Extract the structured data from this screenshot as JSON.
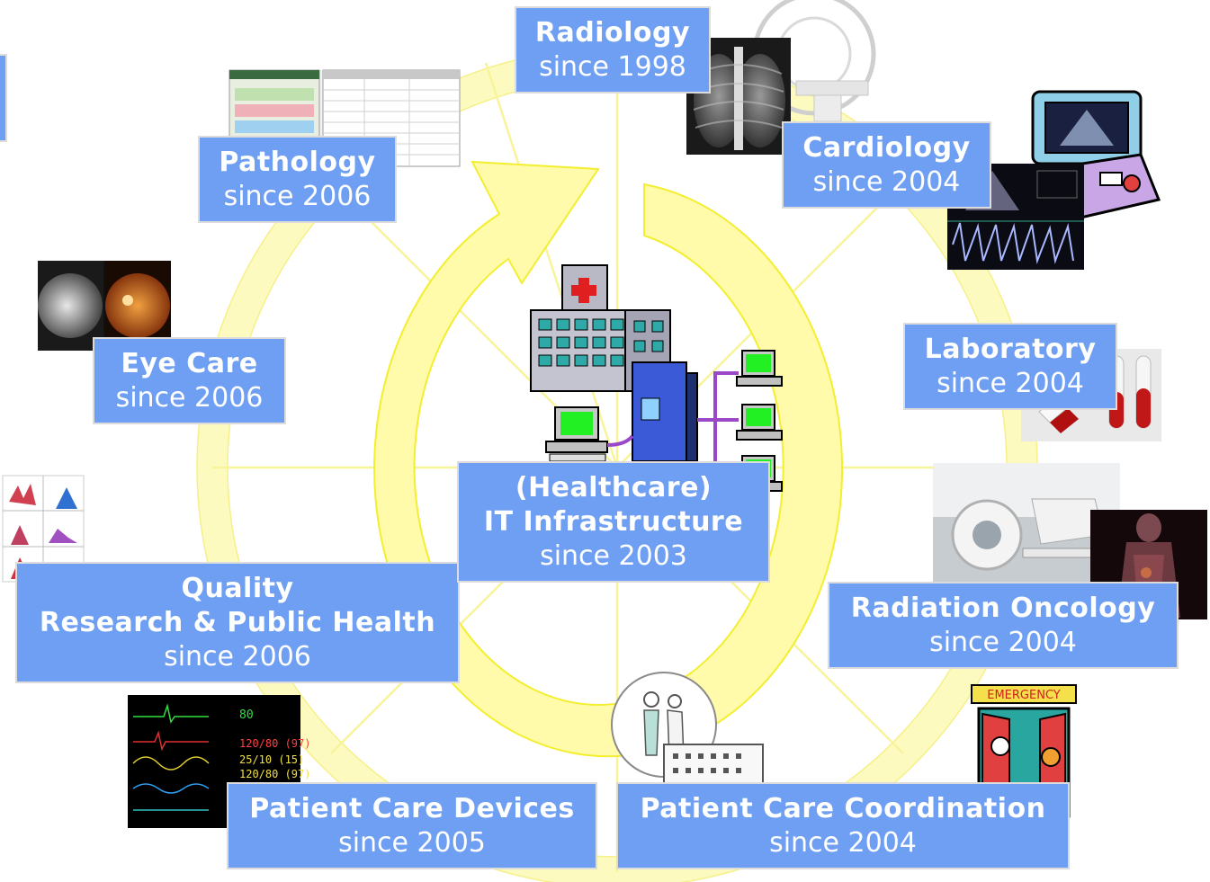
{
  "center": {
    "title_line1": "(Healthcare)",
    "title_line2": "IT Infrastructure",
    "since": "since 2003"
  },
  "domains": {
    "radiology": {
      "title": "Radiology",
      "since": "since 1998"
    },
    "cardiology": {
      "title": "Cardiology",
      "since": "since 2004"
    },
    "laboratory": {
      "title": "Laboratory",
      "since": "since 2004"
    },
    "radiation_oncology": {
      "title": "Radiation Oncology",
      "since": "since 2004"
    },
    "patient_care_coordination": {
      "title": "Patient Care Coordination",
      "since": "since 2004"
    },
    "patient_care_devices": {
      "title": "Patient Care Devices",
      "since": "since 2005"
    },
    "quality": {
      "title_line1": "Quality",
      "title_line2": "Research & Public Health",
      "since": "since 2006"
    },
    "eye_care": {
      "title": "Eye Care",
      "since": "since 2006"
    },
    "pathology": {
      "title": "Pathology",
      "since": "since 2006"
    }
  },
  "monitor": {
    "readings": [
      "80",
      "120/80 (97)",
      "25/10 (15)",
      "120/80 (97)"
    ]
  },
  "emergency_sign": "EMERGENCY",
  "colors": {
    "box_fill": "#6f9ff2",
    "box_border": "#dcdcdc",
    "ring": "#fdfac0",
    "arrow": "#fffbaa",
    "arrow_edge": "#f3ee30"
  }
}
